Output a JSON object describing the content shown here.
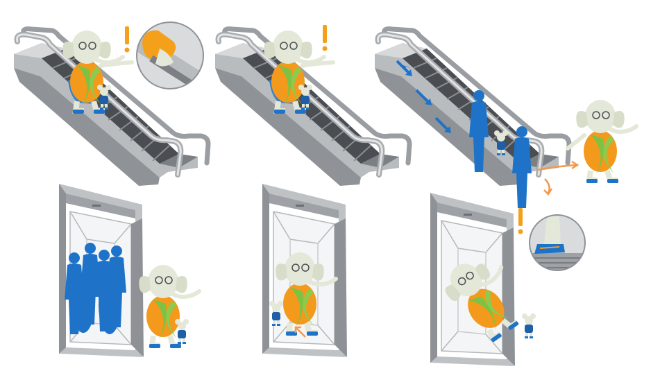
{
  "figure": {
    "panels": [
      {
        "id": "escalator-handbag-caught",
        "scene": "escalator",
        "alert": true,
        "inset": "handrail-closeup"
      },
      {
        "id": "escalator-child-handbag",
        "scene": "escalator",
        "alert": true,
        "inset": ""
      },
      {
        "id": "escalator-stepping-off-obstruction",
        "scene": "escalator",
        "alert": false,
        "inset": ""
      },
      {
        "id": "elevator-overcrowded",
        "scene": "elevator",
        "alert": false,
        "inset": ""
      },
      {
        "id": "elevator-stand-back",
        "scene": "elevator",
        "alert": false,
        "inset": ""
      },
      {
        "id": "elevator-tripping",
        "scene": "elevator",
        "alert": true,
        "inset": "shoe-closeup"
      }
    ],
    "icons": [
      "exclamation-icon",
      "motion-arrow-icon",
      "magnifier-inset"
    ]
  },
  "colors": {
    "warning": "#F5A01A",
    "person_blue": "#1E73C8",
    "metal_light": "#C9CBCD",
    "metal_dark": "#5E6266",
    "elephant_body": "#E4E8D8",
    "shirt_orange": "#F39A1C",
    "scarf_green": "#7DC242",
    "arrow_orange": "#F2994A"
  }
}
